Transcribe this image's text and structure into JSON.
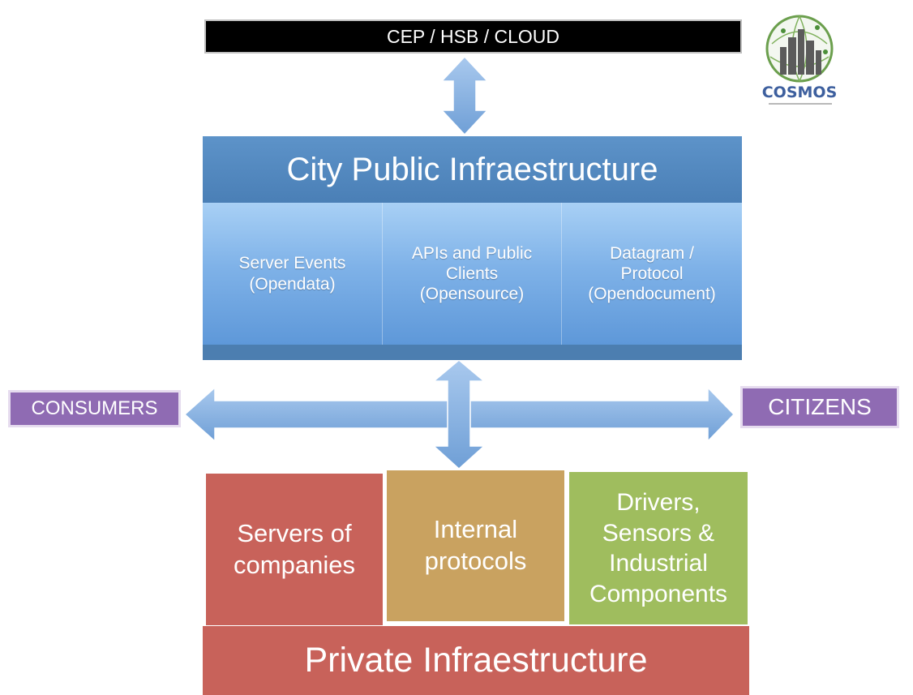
{
  "top_bar": {
    "label": "CEP / HSB / CLOUD"
  },
  "public_infra": {
    "title": "City Public Infraestructure",
    "columns": [
      {
        "label": "Server Events\n(Opendata)"
      },
      {
        "label": "APIs and Public\nClients\n(Opensource)"
      },
      {
        "label": "Datagram /\nProtocol\n(Opendocument)"
      }
    ]
  },
  "side_labels": {
    "left": "CONSUMERS",
    "right": "CITIZENS"
  },
  "private_infra": {
    "boxes": [
      {
        "label": "Servers of\ncompanies"
      },
      {
        "label": "Internal\nprotocols"
      },
      {
        "label": "Drivers,\nSensors &\nIndustrial\nComponents"
      }
    ],
    "title": "Private Infraestructure"
  },
  "logo": {
    "text": "COSMOS"
  },
  "colors": {
    "public_blue": "#4a7fb6",
    "arrow_blue": "#7aa9dc",
    "purple": "#8f6bb3",
    "red": "#c8625a",
    "gold": "#c9a260",
    "green": "#9fbd5e"
  }
}
